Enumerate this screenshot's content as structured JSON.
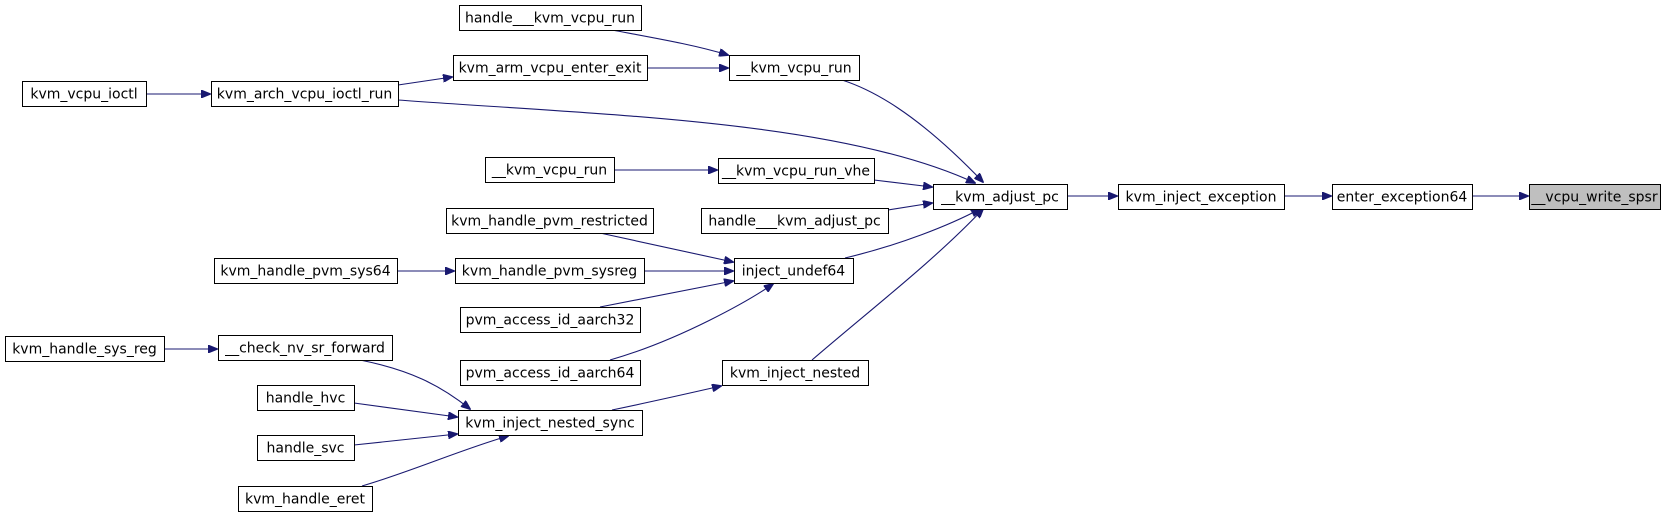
{
  "colors": {
    "edge": "#191970",
    "node_border": "#000000",
    "node_fill": "#ffffff",
    "highlight_fill": "#bfbfbf"
  },
  "nodes": [
    {
      "id": "vcpu_write_spsr",
      "label": "__vcpu_write_spsr",
      "highlight": true
    },
    {
      "id": "enter_exception64",
      "label": "enter_exception64"
    },
    {
      "id": "kvm_inject_exception",
      "label": "kvm_inject_exception"
    },
    {
      "id": "kvm_adjust_pc",
      "label": "__kvm_adjust_pc"
    },
    {
      "id": "kvm_vcpu_run",
      "label": "__kvm_vcpu_run"
    },
    {
      "id": "handle_kvm_vcpu_run",
      "label": "handle___kvm_vcpu_run"
    },
    {
      "id": "kvm_arm_vcpu_enter_exit",
      "label": "kvm_arm_vcpu_enter_exit"
    },
    {
      "id": "kvm_arch_vcpu_ioctl_run",
      "label": "kvm_arch_vcpu_ioctl_run"
    },
    {
      "id": "kvm_vcpu_ioctl",
      "label": "kvm_vcpu_ioctl"
    },
    {
      "id": "kvm_vcpu_run_vhe",
      "label": "__kvm_vcpu_run_vhe"
    },
    {
      "id": "kvm_vcpu_run_2",
      "label": "__kvm_vcpu_run"
    },
    {
      "id": "handle_kvm_adjust_pc",
      "label": "handle___kvm_adjust_pc"
    },
    {
      "id": "inject_undef64",
      "label": "inject_undef64"
    },
    {
      "id": "kvm_handle_pvm_restricted",
      "label": "kvm_handle_pvm_restricted"
    },
    {
      "id": "kvm_handle_pvm_sysreg",
      "label": "kvm_handle_pvm_sysreg"
    },
    {
      "id": "kvm_handle_pvm_sys64",
      "label": "kvm_handle_pvm_sys64"
    },
    {
      "id": "pvm_access_id_aarch32",
      "label": "pvm_access_id_aarch32"
    },
    {
      "id": "pvm_access_id_aarch64",
      "label": "pvm_access_id_aarch64"
    },
    {
      "id": "kvm_inject_nested",
      "label": "kvm_inject_nested"
    },
    {
      "id": "kvm_inject_nested_sync",
      "label": "kvm_inject_nested_sync"
    },
    {
      "id": "check_nv_sr_forward",
      "label": "__check_nv_sr_forward"
    },
    {
      "id": "kvm_handle_sys_reg",
      "label": "kvm_handle_sys_reg"
    },
    {
      "id": "handle_hvc",
      "label": "handle_hvc"
    },
    {
      "id": "handle_svc",
      "label": "handle_svc"
    },
    {
      "id": "kvm_handle_eret",
      "label": "kvm_handle_eret"
    }
  ],
  "edges": [
    {
      "from": "enter_exception64",
      "to": "vcpu_write_spsr"
    },
    {
      "from": "kvm_inject_exception",
      "to": "enter_exception64"
    },
    {
      "from": "kvm_adjust_pc",
      "to": "kvm_inject_exception"
    },
    {
      "from": "kvm_vcpu_run",
      "to": "kvm_adjust_pc"
    },
    {
      "from": "handle_kvm_vcpu_run",
      "to": "kvm_vcpu_run"
    },
    {
      "from": "kvm_arm_vcpu_enter_exit",
      "to": "kvm_vcpu_run"
    },
    {
      "from": "kvm_arch_vcpu_ioctl_run",
      "to": "kvm_arm_vcpu_enter_exit"
    },
    {
      "from": "kvm_vcpu_ioctl",
      "to": "kvm_arch_vcpu_ioctl_run"
    },
    {
      "from": "kvm_arch_vcpu_ioctl_run",
      "to": "kvm_adjust_pc"
    },
    {
      "from": "kvm_vcpu_run_vhe",
      "to": "kvm_adjust_pc"
    },
    {
      "from": "kvm_vcpu_run_2",
      "to": "kvm_vcpu_run_vhe"
    },
    {
      "from": "handle_kvm_adjust_pc",
      "to": "kvm_adjust_pc"
    },
    {
      "from": "inject_undef64",
      "to": "kvm_adjust_pc"
    },
    {
      "from": "kvm_handle_pvm_restricted",
      "to": "inject_undef64"
    },
    {
      "from": "kvm_handle_pvm_sysreg",
      "to": "inject_undef64"
    },
    {
      "from": "kvm_handle_pvm_sys64",
      "to": "kvm_handle_pvm_sysreg"
    },
    {
      "from": "pvm_access_id_aarch32",
      "to": "inject_undef64"
    },
    {
      "from": "pvm_access_id_aarch64",
      "to": "inject_undef64"
    },
    {
      "from": "kvm_inject_nested",
      "to": "kvm_adjust_pc"
    },
    {
      "from": "kvm_inject_nested_sync",
      "to": "kvm_inject_nested"
    },
    {
      "from": "check_nv_sr_forward",
      "to": "kvm_inject_nested_sync"
    },
    {
      "from": "kvm_handle_sys_reg",
      "to": "check_nv_sr_forward"
    },
    {
      "from": "handle_hvc",
      "to": "kvm_inject_nested_sync"
    },
    {
      "from": "handle_svc",
      "to": "kvm_inject_nested_sync"
    },
    {
      "from": "kvm_handle_eret",
      "to": "kvm_inject_nested_sync"
    }
  ]
}
